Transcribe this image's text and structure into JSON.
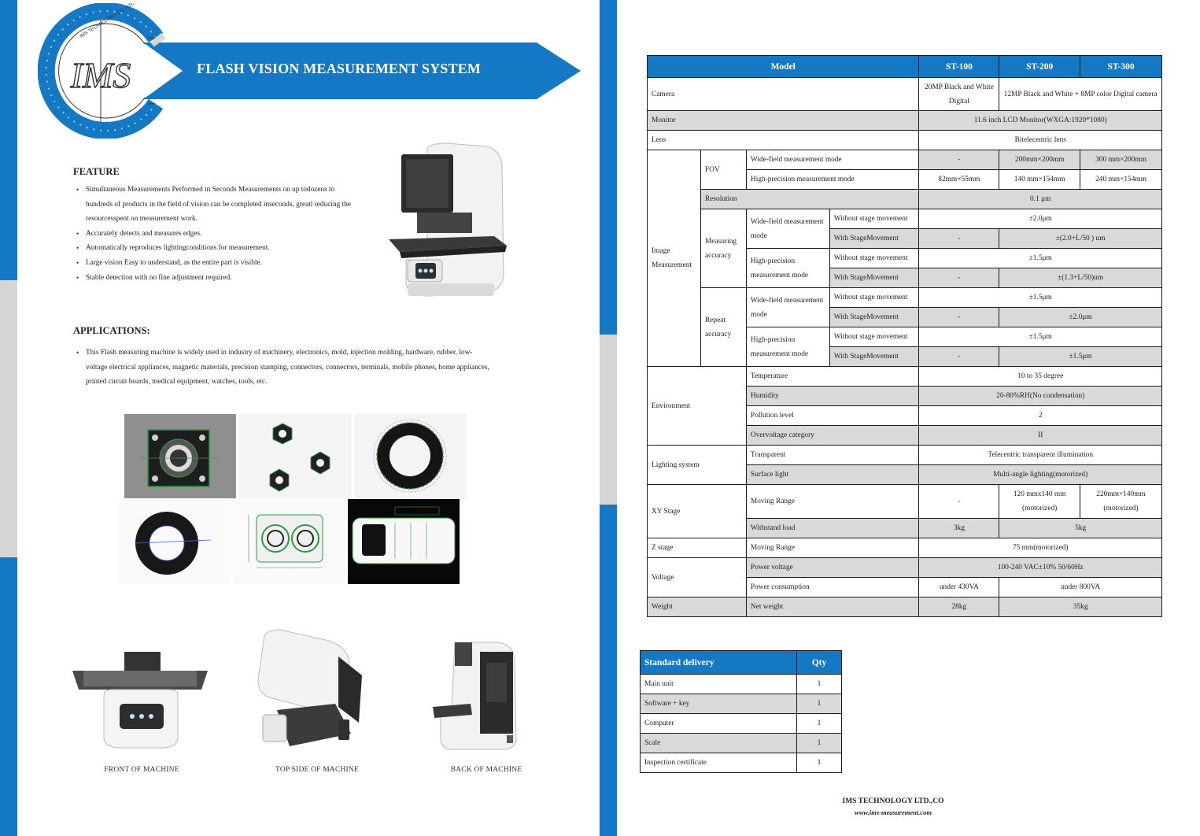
{
  "header": {
    "logo_text": "IMS",
    "logo_ring_text": "IMS TECHNOLOGY CO., LTD",
    "title": "FLASH VISION MEASUREMENT SYSTEM"
  },
  "feature": {
    "heading": "FEATURE",
    "items": [
      "Simultaneous Measurements Performed in Seconds Measurements on up todozens to",
      "hundreds of products in the field of vision can be completed inseconds, greatl reducing the",
      "resourcesspent on measurement work.",
      "Accurately detects and measures edges.",
      "Automatically reproduces lightingconditions for measurement.",
      "Large vision Easy to understand, as the entire part is visible.",
      "Stable detection with no fine adjustment required."
    ]
  },
  "applications": {
    "heading": "APPLICATIONS:",
    "lines": [
      "This Flash measuring machine is widely used in industry of machinery, electronics, mold, injection molding, hardware, rubber, low-",
      "voltage electrical appliances, magnetic materials, precision stamping, connectors, connectors, terminals, mobile phones, home appliances,",
      "printed circuit boards, medical equipment, watches, tools, etc."
    ]
  },
  "captions": {
    "front": "FRONT OF MACHINE",
    "top": "TOP SIDE OF MACHINE",
    "back": "BACK OF MACHINE"
  },
  "spec": {
    "h_model": "Model",
    "h_st100": "ST-100",
    "h_st200": "ST-200",
    "h_st300": "ST-300",
    "camera": "Camera",
    "camera_100": "20MP Black and White Digital",
    "camera_200_300": "12MP Black and White + 8MP color Digital camera",
    "monitor": "Monitor",
    "monitor_val": "11.6 inch LCD Monitor(WXGA:1920*1080)",
    "lens": "Lens",
    "lens_val": "Bitelecentric lens",
    "image_measurement": "Image Measurement",
    "fov": "FOV",
    "wide_field_mode": "Wide-field measurement mode",
    "high_precision_mode": "High-precision measurement mode",
    "dash": "-",
    "fov_wide_200": "200mm×200mm",
    "fov_wide_300": "300 mm×200mm",
    "fov_hp_100": "82mm×55mm",
    "fov_hp_200": "140 mm×154mm",
    "fov_hp_300": "240 mm×154mm",
    "resolution": "Resolution",
    "resolution_val": "0.1 μm",
    "measuring_accuracy": "Measuring accuracy",
    "repeat_accuracy": "Repeat accuracy",
    "wide_field_meas": "Wide-field measurement mode",
    "high_precision_meas": "High-precision measurement mode",
    "without_stage": "Without stage movement",
    "with_stage": "With StageMovement",
    "ma_w_without": "±2.0μm",
    "ma_w_with": "±(2.0+L/50 ) um",
    "ma_h_without": "±1.5μm",
    "ma_h_with": "±(1.3+L/50)um",
    "ra_w_without": "±1.5μm",
    "ra_w_with": "±2.0μm",
    "ra_h_without": "±1.5μm",
    "ra_h_with": "±1.5μm",
    "environment": "Environment",
    "temperature": "Temperature",
    "temperature_val": "10 to 35 degree",
    "humidity": "Humidity",
    "humidity_val": "20-80%RH(No condensation)",
    "pollution": "Pollution level",
    "pollution_val": "2",
    "overvoltage": "Overvoltage category",
    "overvoltage_val": "II",
    "lighting": "Lighting system",
    "transparent": "Transparent",
    "transparent_val": "Telecentric transparent illumination",
    "surface": "Surface light",
    "surface_val": "Multi-angle lighting(motorized)",
    "xy_stage": "XY Stage",
    "moving_range": "Moving Range",
    "xy_range_200": "120 mmx140 mm (motorized)",
    "xy_range_300": "220mm×140mm (motorized)",
    "withstand": "Withstand load",
    "withstand_100": "3kg",
    "withstand_200_300": "5kg",
    "z_stage": "Z stage",
    "z_range_val": "75 mm(motorized)",
    "voltage": "Voltage",
    "power_voltage": "Power voltage",
    "power_voltage_val": "100-240 VAC±10% 50/60Hz",
    "power_consumption": "Power consumption",
    "pc_100": "under 430VA",
    "pc_200_300": "under 800VA",
    "weight": "Weight",
    "net_weight": "Net weight",
    "nw_100": "28kg",
    "nw_200_300": "35kg"
  },
  "delivery": {
    "heading": "Standard delivery",
    "qty_heading": "Qty",
    "rows": [
      {
        "item": "Main unit",
        "qty": "1"
      },
      {
        "item": "Software + key",
        "qty": "1"
      },
      {
        "item": "Computer",
        "qty": "1"
      },
      {
        "item": "Scale",
        "qty": "1"
      },
      {
        "item": "Inspection certificate",
        "qty": "1"
      }
    ]
  },
  "footer": {
    "company": "IMS TECHNOLOGY LTD.,CO",
    "website": "www.ims-measurement.com"
  },
  "colors": {
    "brand_blue": "#1478c4",
    "row_gray": "#d9d9d9"
  }
}
